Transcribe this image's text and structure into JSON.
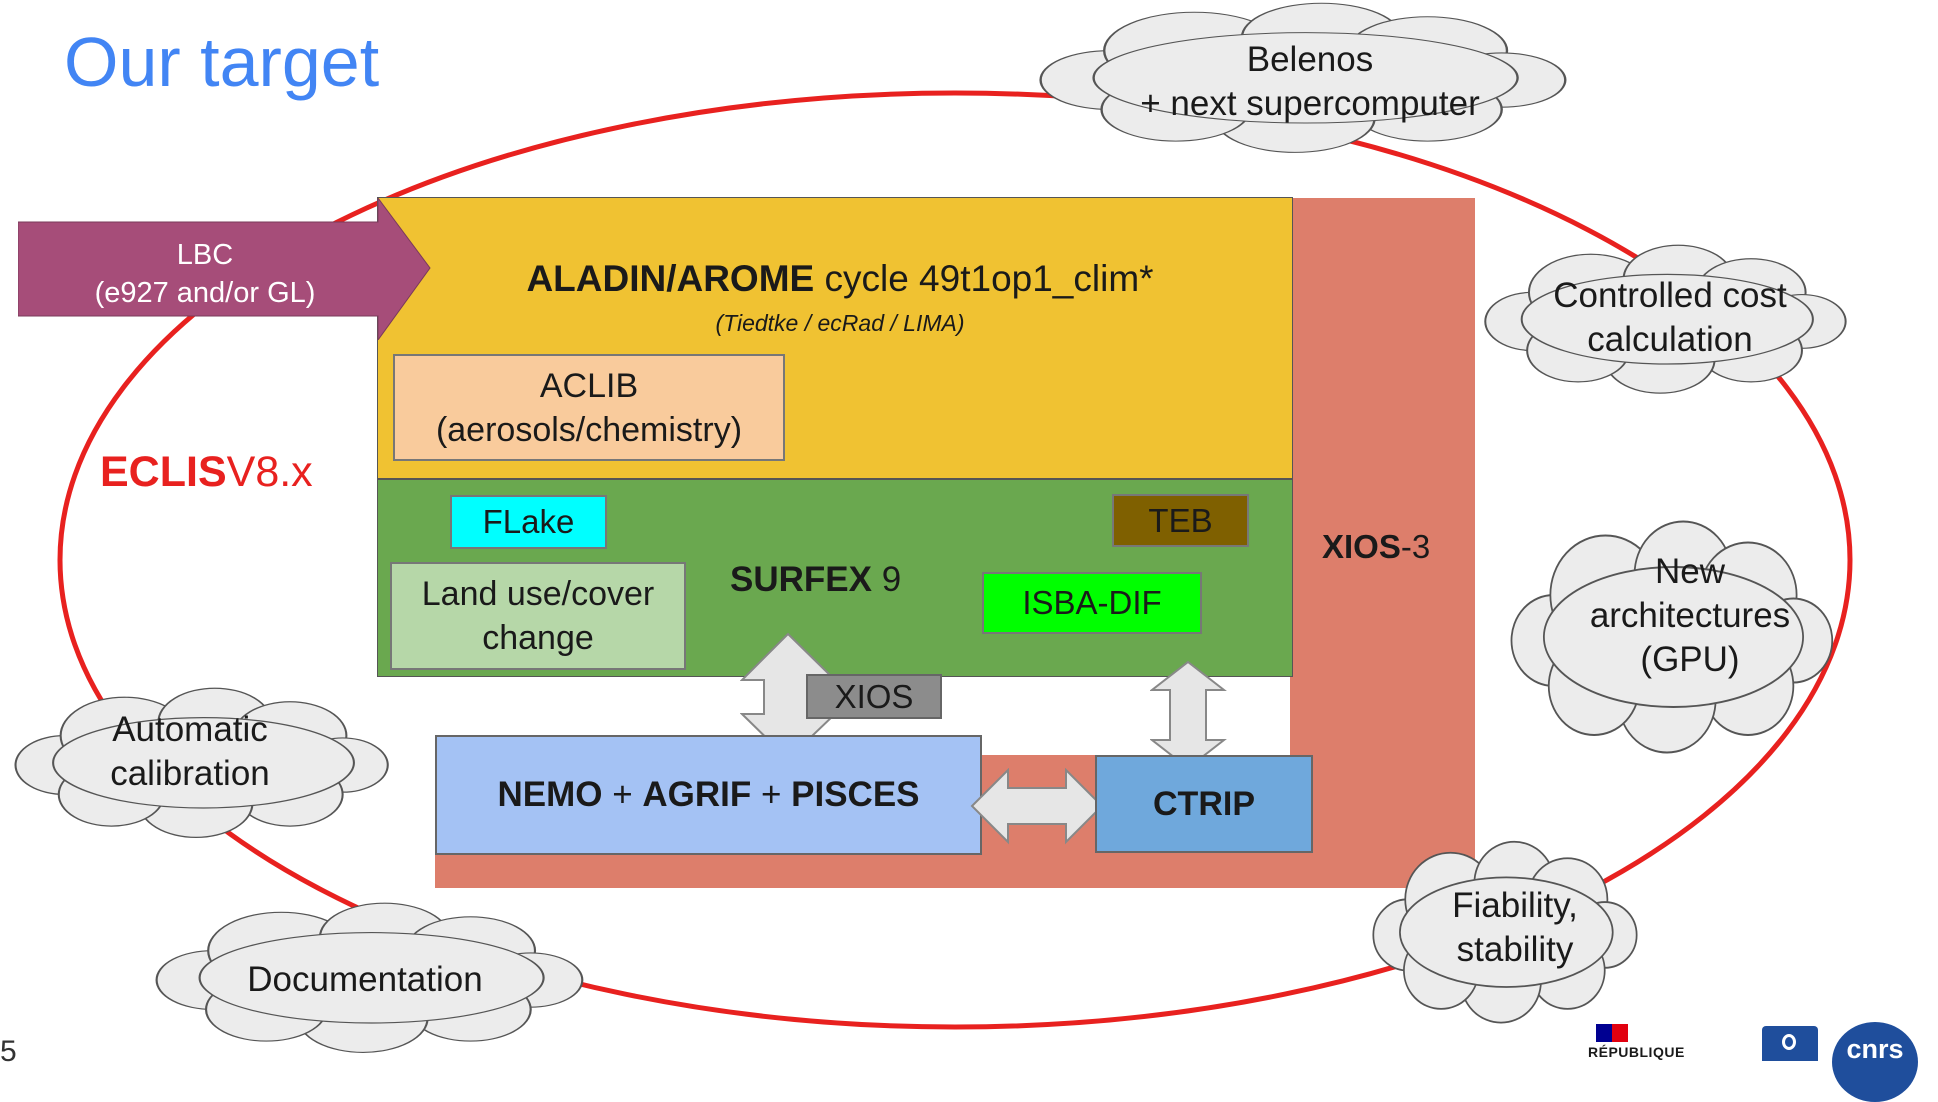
{
  "title": "Our target",
  "page_number": "5",
  "eclis": {
    "bold": "ECLIS",
    "rest": "V8.x"
  },
  "lbc": {
    "line1": "LBC",
    "line2": "(e927 and/or GL)"
  },
  "aladin": {
    "bold": "ALADIN/AROME",
    "rest": " cycle 49t1op1_clim*",
    "subtitle": "(Tiedtke / ecRad / LIMA)"
  },
  "aclib": {
    "line1": "ACLIB",
    "line2": "(aerosols/chemistry)"
  },
  "surfex": {
    "bold": "SURFEX",
    "rest": " 9"
  },
  "flake": "FLake",
  "teb": "TEB",
  "landuse": {
    "line1": "Land use/cover",
    "line2": "change"
  },
  "isba": "ISBA-DIF",
  "xios_small": "XIOS",
  "xios3": {
    "bold": "XIOS",
    "rest": "-3"
  },
  "nemo": {
    "a": "NEMO",
    "plus1": " + ",
    "b": "AGRIF",
    "plus2": " + ",
    "c": "PISCES"
  },
  "ctrip": "CTRIP",
  "clouds": {
    "belenos": {
      "line1": "Belenos",
      "line2": "+ next supercomputer"
    },
    "cost": {
      "line1": "Controlled cost",
      "line2": "calculation"
    },
    "arch": {
      "line1": "New",
      "line2": "architectures",
      "line3": "(GPU)"
    },
    "fiability": {
      "line1": "Fiability,",
      "line2": "stability"
    },
    "calibration": {
      "line1": "Automatic",
      "line2": "calibration"
    },
    "documentation": "Documentation"
  },
  "logos": {
    "republique": "RÉPUBLIQUE",
    "cnrs": "cnrs"
  },
  "colors": {
    "ellipse": "#e8211f",
    "aladin": "#f0c232",
    "surfex": "#6aa84f",
    "xios_band": "#dd7e6b",
    "nemo": "#a4c2f4",
    "ctrip": "#6fa8dc",
    "lbc": "#a64d79",
    "aclib": "#f9cb9c",
    "landuse": "#b6d7a8",
    "flake": "#00ffff",
    "teb": "#7f6000",
    "isba": "#00ff00",
    "xios_small": "#8c8c8c",
    "title": "#4285f4"
  }
}
